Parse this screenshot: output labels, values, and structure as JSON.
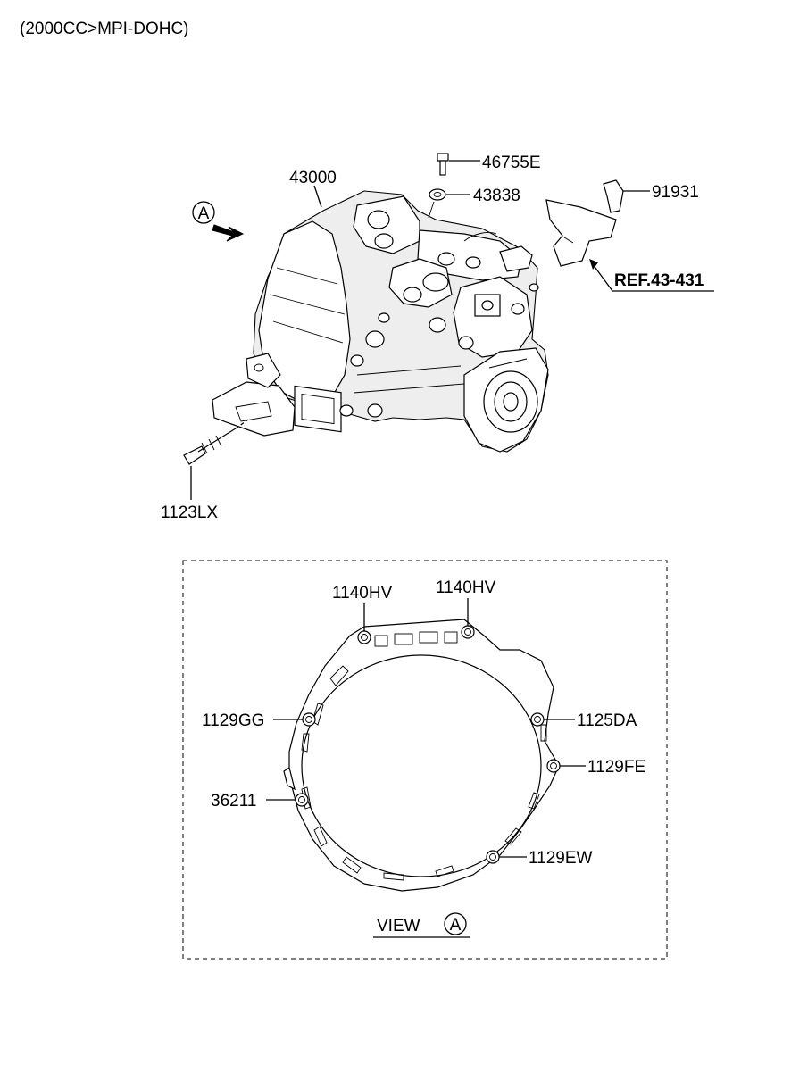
{
  "header": {
    "title": "(2000CC>MPI-DOHC)"
  },
  "view_marker": {
    "letter": "A"
  },
  "top_parts": {
    "p43000": "43000",
    "p46755E": "46755E",
    "p43838": "43838",
    "p91931": "91931",
    "ref": "REF.43-431",
    "p1123LX": "1123LX"
  },
  "view_a": {
    "caption": "VIEW",
    "caption_letter": "A",
    "labels": {
      "hv_left": "1140HV",
      "hv_right": "1140HV",
      "gg": "1129GG",
      "p36211": "36211",
      "da": "1125DA",
      "fe": "1129FE",
      "ew": "1129EW"
    }
  }
}
